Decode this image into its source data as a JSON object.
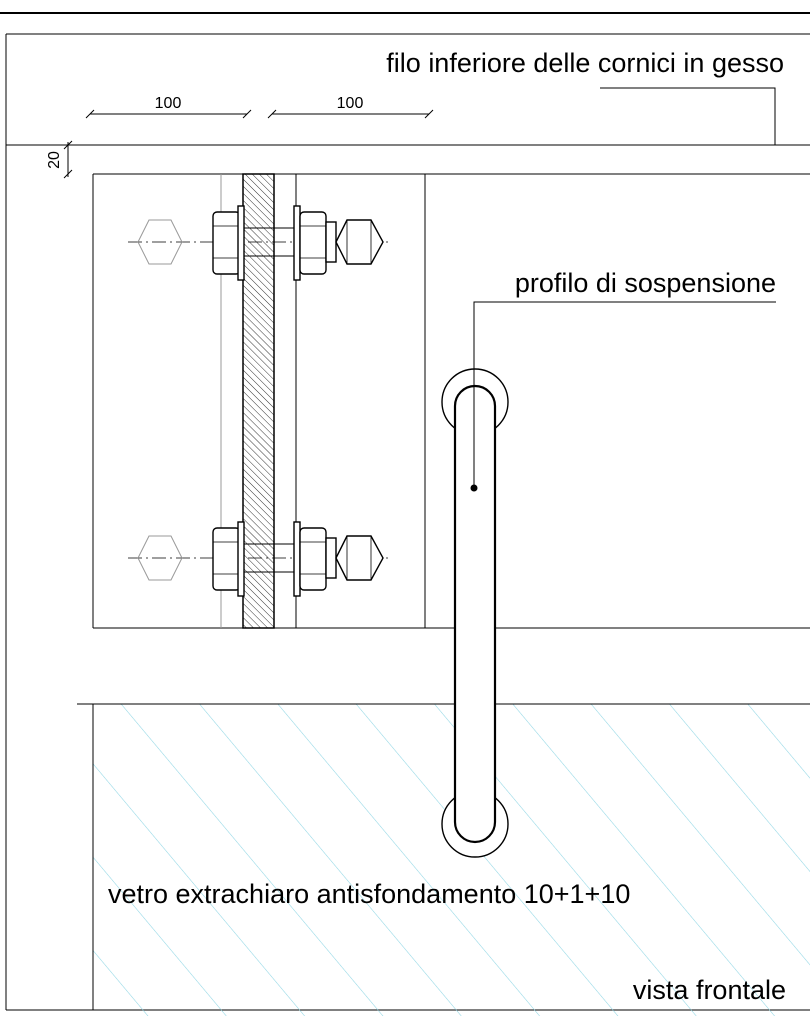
{
  "labels": {
    "cornice_line": "filo inferiore delle cornici in gesso",
    "suspension_profile": "profilo di sospensione",
    "glass": "vetro extrachiaro antisfondamento 10+1+10",
    "view": "vista frontale"
  },
  "dimensions": {
    "bolt_spacing_left": "100",
    "bolt_spacing_right": "100",
    "gap": "20"
  },
  "colors": {
    "line": "#000000",
    "glass_hatch": "#8fd6e4",
    "plate_hatch": "#000000"
  }
}
